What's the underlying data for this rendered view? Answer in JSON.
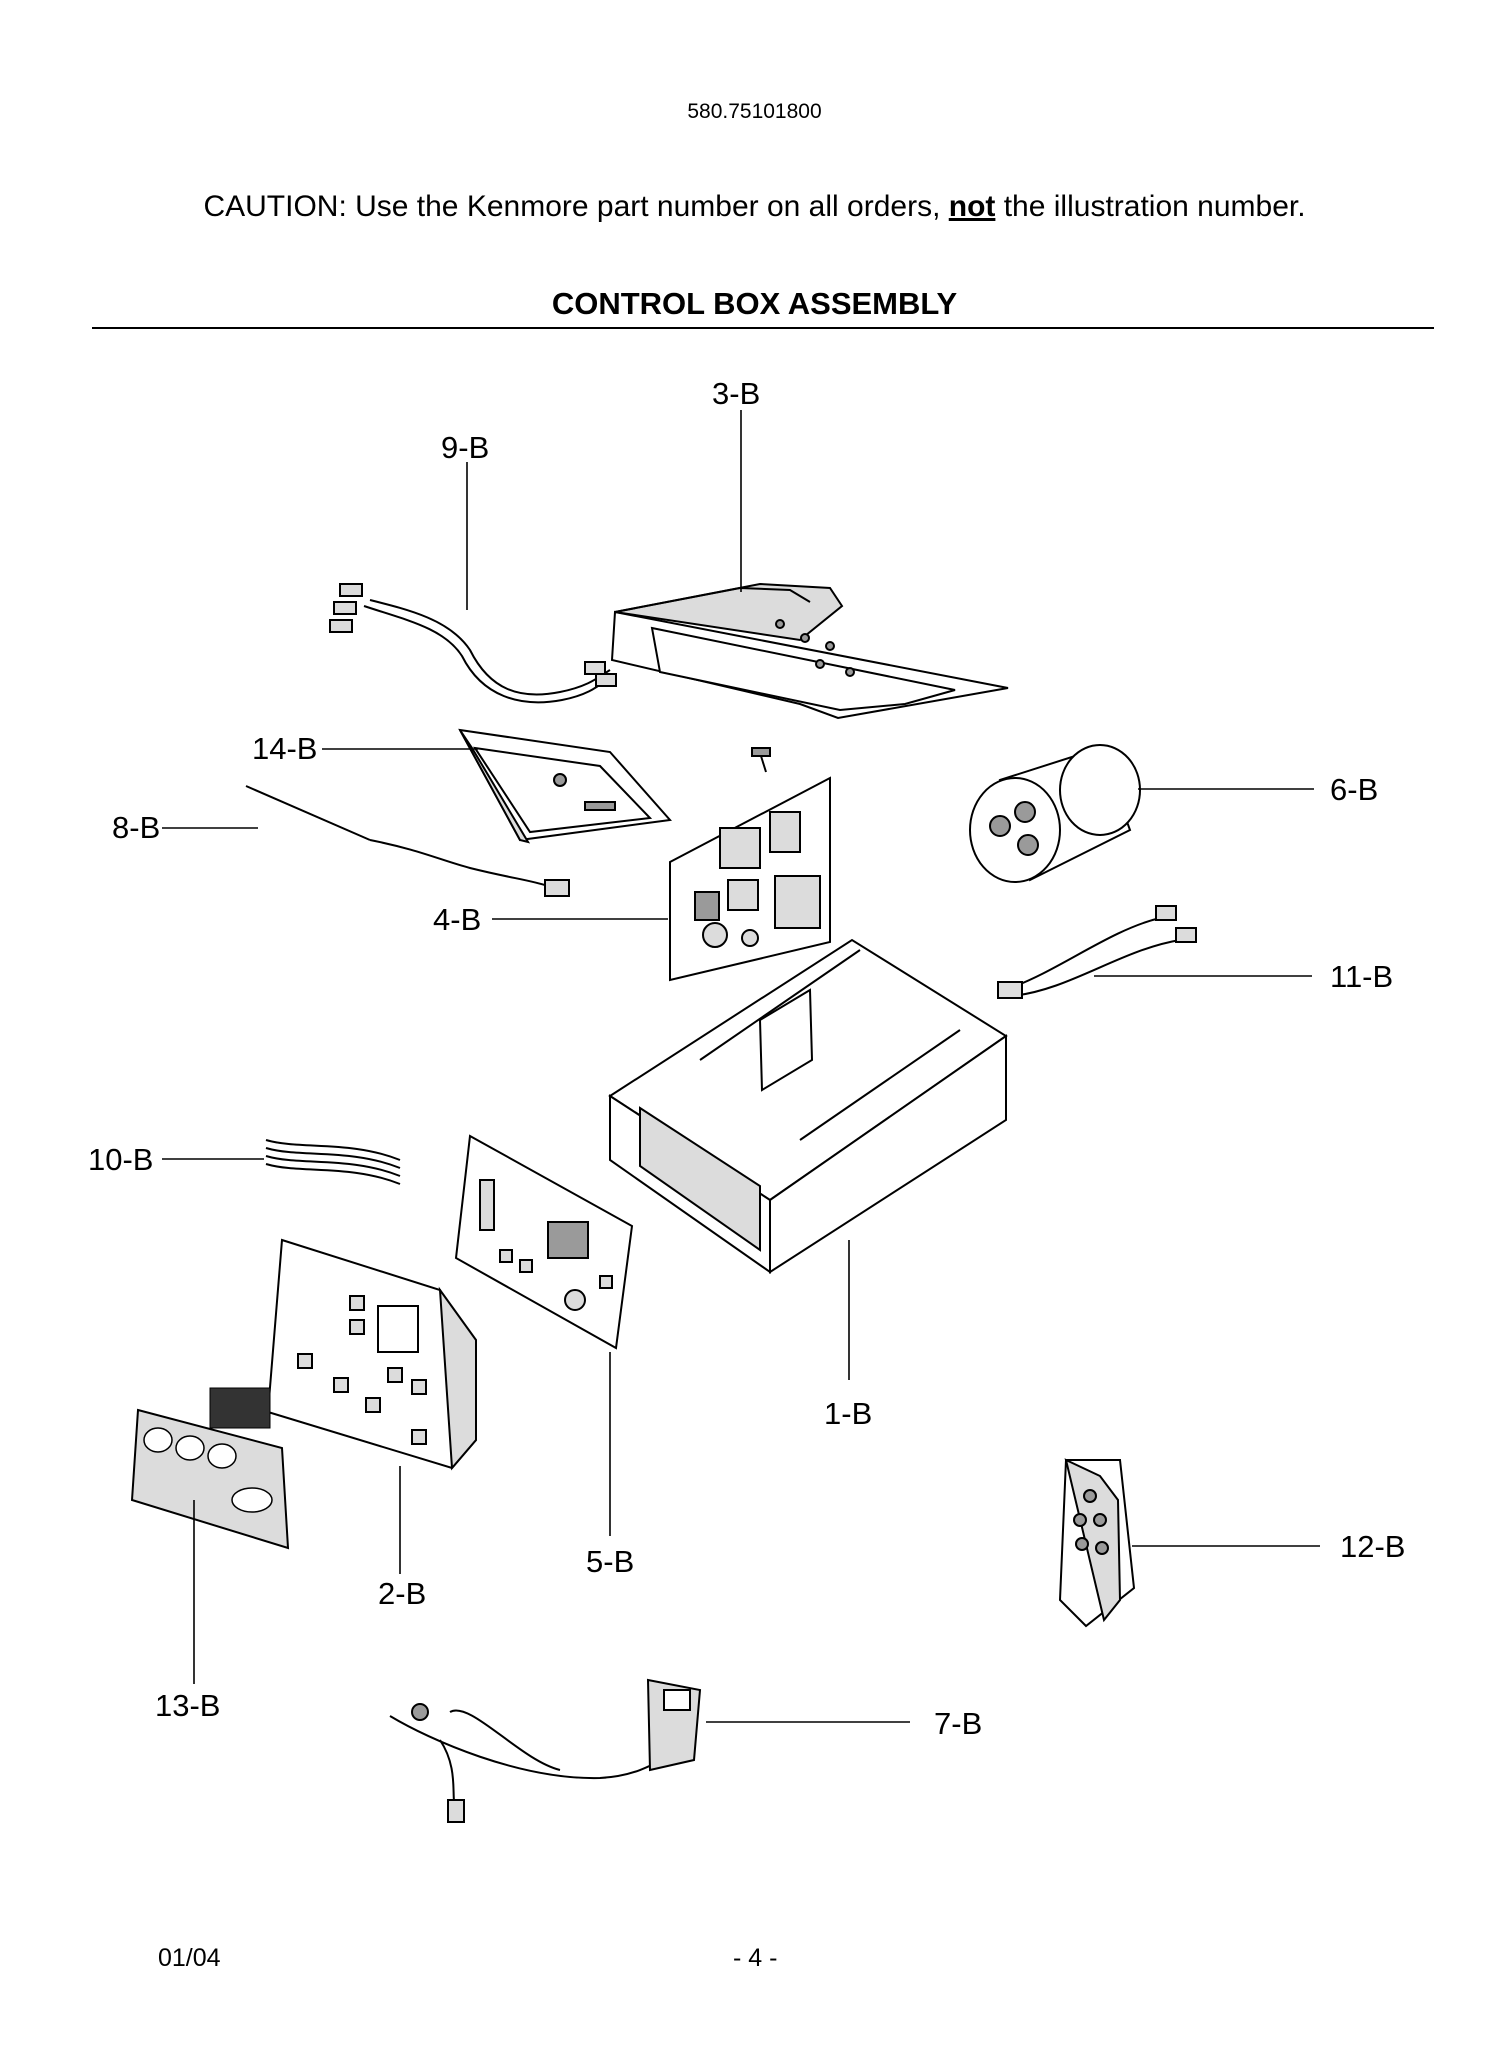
{
  "header": {
    "model_number": "580.75101800",
    "caution_prefix": "CAUTION: Use the Kenmore part number on all orders, ",
    "caution_emphasis": "not",
    "caution_suffix": " the illustration number."
  },
  "section_title": "CONTROL BOX ASSEMBLY",
  "callouts": {
    "c1": "1-B",
    "c2": "2-B",
    "c3": "3-B",
    "c4": "4-B",
    "c5": "5-B",
    "c6": "6-B",
    "c7": "7-B",
    "c8": "8-B",
    "c9": "9-B",
    "c10": "10-B",
    "c11": "11-B",
    "c12": "12-B",
    "c13": "13-B",
    "c14": "14-B"
  },
  "footer": {
    "date": "01/04",
    "page": "- 4 -"
  }
}
